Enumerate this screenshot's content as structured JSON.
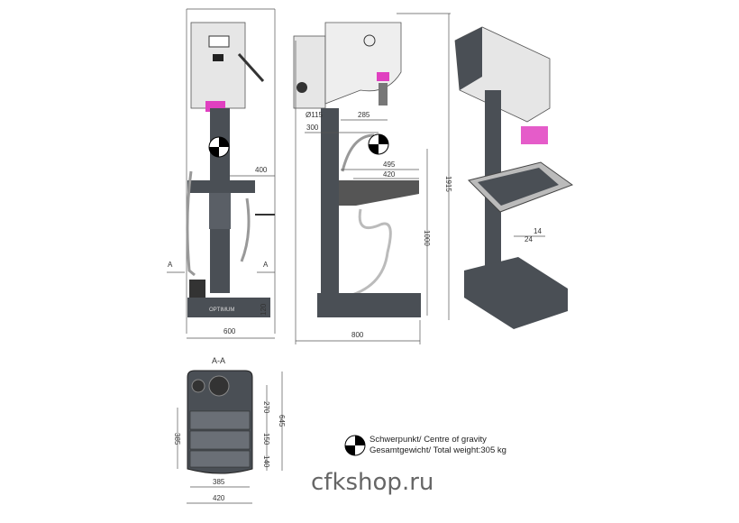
{
  "dimensions": {
    "front": {
      "table_reach": "400",
      "section_left": "A",
      "section_right": "A",
      "base_height": "120",
      "width": "600"
    },
    "side": {
      "column_dia": "Ø115",
      "spindle_offset": "285",
      "cog_offset": "300",
      "table_reach": "495",
      "table_length": "420",
      "table_height": "1000",
      "total_height": "1915",
      "depth": "800"
    },
    "iso": {
      "dim_a": "14",
      "dim_b": "24"
    },
    "section": {
      "title": "A-A",
      "d1": "270",
      "d2": "150",
      "d3": "140",
      "overall_depth": "645",
      "slot_span": "385",
      "inner_width": "385",
      "width": "420"
    }
  },
  "logo_text": "OPTIMUM",
  "legend": {
    "line1": "Schwerpunkt/ Centre of gravity",
    "line2": "Gesamtgewicht/ Total weight:305 kg"
  },
  "watermark": "cfkshop.ru",
  "colors": {
    "body": "#4a4f55",
    "head": "#e8e8e8",
    "accent": "#e040c0"
  }
}
